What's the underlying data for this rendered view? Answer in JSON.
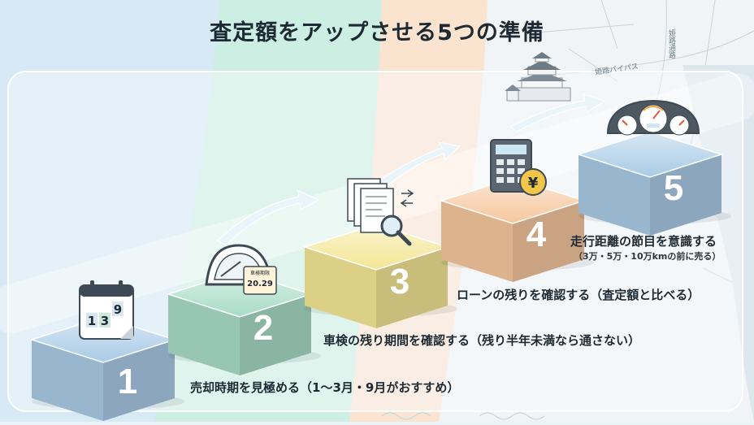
{
  "title": "査定額をアップさせる5つの準備",
  "map": {
    "bypass": "姫路バイパス",
    "road": "姫路通路"
  },
  "steps": [
    {
      "number": "1",
      "label": "売却時期を見極める（1〜3月・9月がおすすめ）",
      "icon": "calendar-icon",
      "calendar_digits": [
        "1",
        "3",
        "9"
      ]
    },
    {
      "number": "2",
      "label": "車検の残り期間を確認する（残り半年未満なら通さない）",
      "icon": "windshield-inspection-sticker-icon",
      "sticker_title": "車検期限",
      "sticker_value": "20.29"
    },
    {
      "number": "3",
      "label": "ローンの残りを確認する（査定額と比べる）",
      "icon": "documents-magnifier-icon"
    },
    {
      "number": "4",
      "label": "",
      "icon": "calculator-yen-icon",
      "yen": "¥"
    },
    {
      "number": "5",
      "label": "走行距離の節目を意識する",
      "sublabel": "（3万・5万・10万kmの前に売る）",
      "icon": "speedometer-icon"
    }
  ],
  "colors": {
    "step1": "#a9cbe6",
    "step2": "#a8dcc7",
    "step3": "#f4e695",
    "step4": "#f6c79e",
    "step5": "#a9cbe6",
    "text": "#1e2a33"
  }
}
